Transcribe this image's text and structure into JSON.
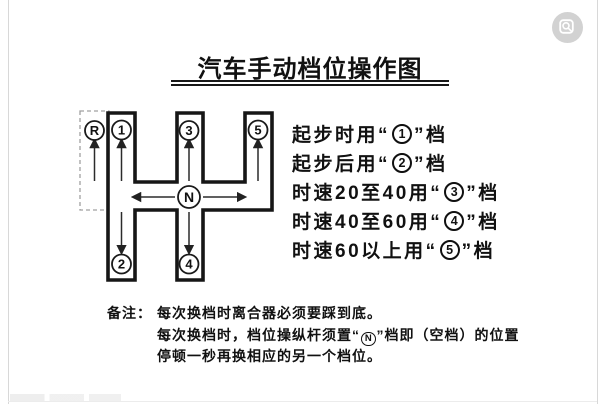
{
  "title": {
    "text": "汽车手动档位操作图"
  },
  "icons": {
    "viewer_badge": "image-zoom-icon"
  },
  "colors": {
    "outline": "#161616",
    "dashed_gate": "#a0a0a0",
    "icon_badge_bg": "#d2d2d2",
    "text": "#111111",
    "edge_line": "#d8d8d8"
  },
  "diagram": {
    "gears": {
      "r": "R",
      "g1": "1",
      "g2": "2",
      "g3": "3",
      "g4": "4",
      "g5": "5",
      "n": "N"
    }
  },
  "usage": {
    "lines": [
      {
        "prefix": "起步时用“",
        "gear": "1",
        "suffix": "”档"
      },
      {
        "prefix": "起步后用“",
        "gear": "2",
        "suffix": "”档"
      },
      {
        "prefix": "时速20至40用“",
        "gear": "3",
        "suffix": "”档"
      },
      {
        "prefix": "时速40至60用“",
        "gear": "4",
        "suffix": "”档"
      },
      {
        "prefix": "时速60以上用“",
        "gear": "5",
        "suffix": "”档"
      }
    ]
  },
  "notes": {
    "label": "备注：",
    "line1": "每次换档时离合器必须要踩到底。",
    "line2_prefix": "每次换档时，档位操纵杆须置“",
    "line2_gear": "N",
    "line2_suffix": "”档即（空档）的位置",
    "line3": "停顿一秒再换相应的另一个档位。"
  }
}
